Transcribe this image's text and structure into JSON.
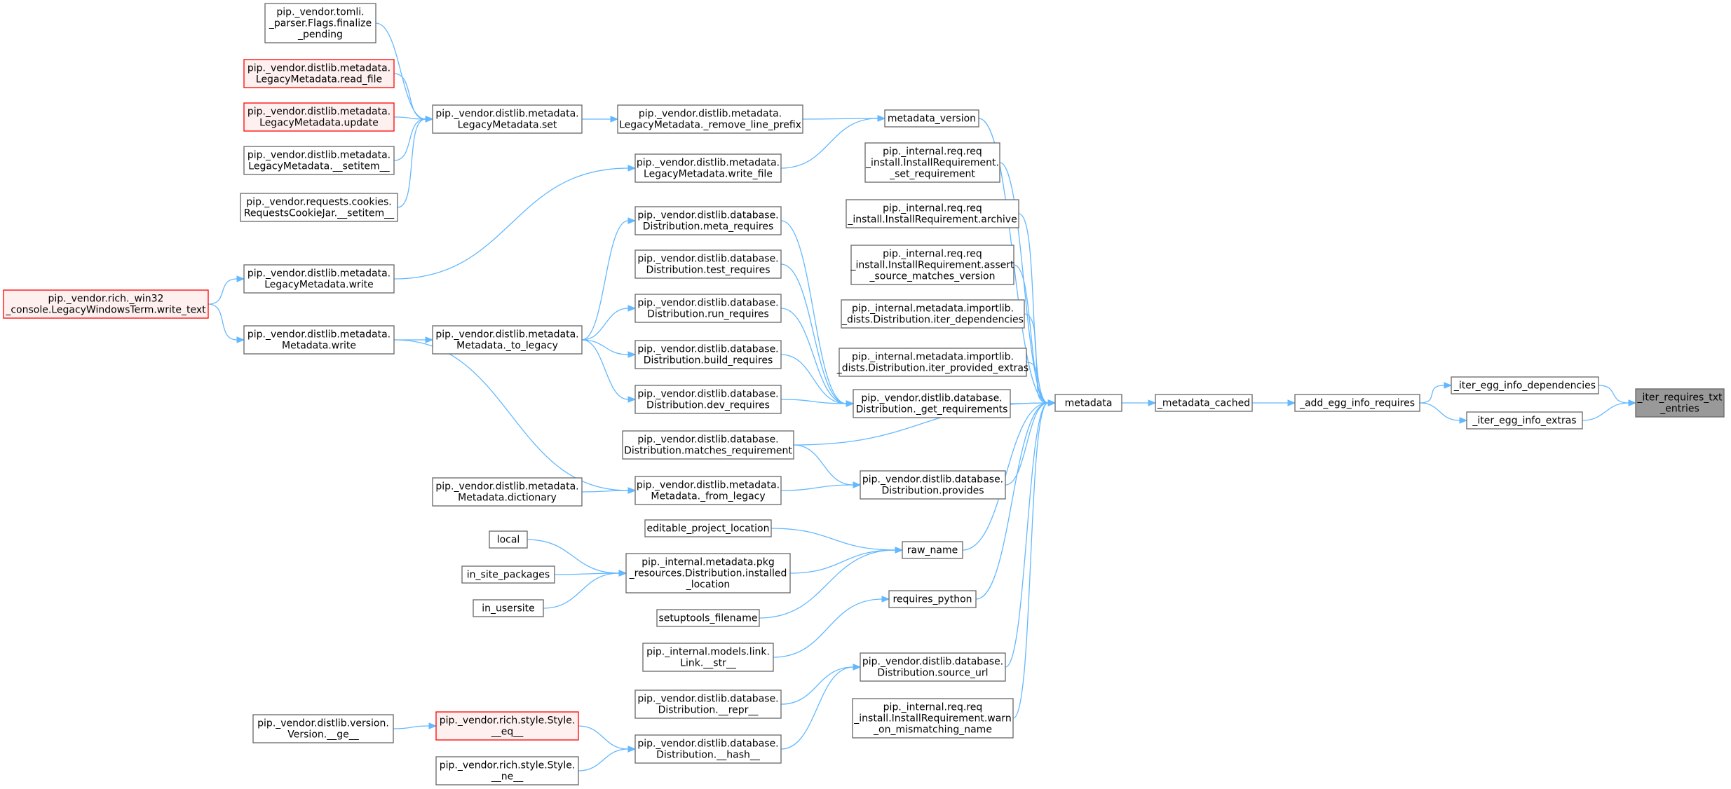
{
  "graph": {
    "nodes": [
      {
        "id": "iter_requires_txt_entries",
        "lines": [
          "_iter_requires_txt",
          "_entries"
        ],
        "style": "target"
      },
      {
        "id": "iter_egg_info_dependencies",
        "lines": [
          "_iter_egg_info_dependencies"
        ],
        "style": "normal"
      },
      {
        "id": "iter_egg_info_extras",
        "lines": [
          "_iter_egg_info_extras"
        ],
        "style": "normal"
      },
      {
        "id": "add_egg_info_requires",
        "lines": [
          "_add_egg_info_requires"
        ],
        "style": "normal"
      },
      {
        "id": "metadata_cached",
        "lines": [
          "_metadata_cached"
        ],
        "style": "normal"
      },
      {
        "id": "metadata",
        "lines": [
          "metadata"
        ],
        "style": "normal"
      },
      {
        "id": "metadata_version",
        "lines": [
          "metadata_version"
        ],
        "style": "normal"
      },
      {
        "id": "remove_line_prefix",
        "lines": [
          "pip._vendor.distlib.metadata.",
          "LegacyMetadata._remove_line_prefix"
        ],
        "style": "normal"
      },
      {
        "id": "legacy_set",
        "lines": [
          "pip._vendor.distlib.metadata.",
          "LegacyMetadata.set"
        ],
        "style": "normal"
      },
      {
        "id": "flags_finalize",
        "lines": [
          "pip._vendor.tomli.",
          "_parser.Flags.finalize",
          "_pending"
        ],
        "style": "normal"
      },
      {
        "id": "legacy_read_file",
        "lines": [
          "pip._vendor.distlib.metadata.",
          "LegacyMetadata.read_file"
        ],
        "style": "red"
      },
      {
        "id": "legacy_update",
        "lines": [
          "pip._vendor.distlib.metadata.",
          "LegacyMetadata.update"
        ],
        "style": "red"
      },
      {
        "id": "legacy_setitem",
        "lines": [
          "pip._vendor.distlib.metadata.",
          "LegacyMetadata.__setitem__"
        ],
        "style": "normal"
      },
      {
        "id": "cookiejar_setitem",
        "lines": [
          "pip._vendor.requests.cookies.",
          "RequestsCookieJar.__setitem__"
        ],
        "style": "normal"
      },
      {
        "id": "legacy_write_file",
        "lines": [
          "pip._vendor.distlib.metadata.",
          "LegacyMetadata.write_file"
        ],
        "style": "normal"
      },
      {
        "id": "legacy_write",
        "lines": [
          "pip._vendor.distlib.metadata.",
          "LegacyMetadata.write"
        ],
        "style": "normal"
      },
      {
        "id": "rich_write_text",
        "lines": [
          "pip._vendor.rich._win32",
          "_console.LegacyWindowsTerm.write_text"
        ],
        "style": "red"
      },
      {
        "id": "metadata_write",
        "lines": [
          "pip._vendor.distlib.metadata.",
          "Metadata.write"
        ],
        "style": "normal"
      },
      {
        "id": "metadata_to_legacy",
        "lines": [
          "pip._vendor.distlib.metadata.",
          "Metadata._to_legacy"
        ],
        "style": "normal"
      },
      {
        "id": "meta_requires",
        "lines": [
          "pip._vendor.distlib.database.",
          "Distribution.meta_requires"
        ],
        "style": "normal"
      },
      {
        "id": "test_requires",
        "lines": [
          "pip._vendor.distlib.database.",
          "Distribution.test_requires"
        ],
        "style": "normal"
      },
      {
        "id": "run_requires",
        "lines": [
          "pip._vendor.distlib.database.",
          "Distribution.run_requires"
        ],
        "style": "normal"
      },
      {
        "id": "build_requires",
        "lines": [
          "pip._vendor.distlib.database.",
          "Distribution.build_requires"
        ],
        "style": "normal"
      },
      {
        "id": "dev_requires",
        "lines": [
          "pip._vendor.distlib.database.",
          "Distribution.dev_requires"
        ],
        "style": "normal"
      },
      {
        "id": "get_requirements",
        "lines": [
          "pip._vendor.distlib.database.",
          "Distribution._get_requirements"
        ],
        "style": "normal"
      },
      {
        "id": "set_requirement",
        "lines": [
          "pip._internal.req.req",
          "_install.InstallRequirement.",
          "_set_requirement"
        ],
        "style": "normal"
      },
      {
        "id": "archive",
        "lines": [
          "pip._internal.req.req",
          "_install.InstallRequirement.archive"
        ],
        "style": "normal"
      },
      {
        "id": "assert_source",
        "lines": [
          "pip._internal.req.req",
          "_install.InstallRequirement.assert",
          "_source_matches_version"
        ],
        "style": "normal"
      },
      {
        "id": "iter_dependencies",
        "lines": [
          "pip._internal.metadata.importlib.",
          "_dists.Distribution.iter_dependencies"
        ],
        "style": "normal"
      },
      {
        "id": "iter_provided_extras",
        "lines": [
          "pip._internal.metadata.importlib.",
          "_dists.Distribution.iter_provided_extras"
        ],
        "style": "normal"
      },
      {
        "id": "matches_requirement",
        "lines": [
          "pip._vendor.distlib.database.",
          "Distribution.matches_requirement"
        ],
        "style": "normal"
      },
      {
        "id": "provides",
        "lines": [
          "pip._vendor.distlib.database.",
          "Distribution.provides"
        ],
        "style": "normal"
      },
      {
        "id": "from_legacy",
        "lines": [
          "pip._vendor.distlib.metadata.",
          "Metadata._from_legacy"
        ],
        "style": "normal"
      },
      {
        "id": "metadata_dictionary",
        "lines": [
          "pip._vendor.distlib.metadata.",
          "Metadata.dictionary"
        ],
        "style": "normal"
      },
      {
        "id": "raw_name",
        "lines": [
          "raw_name"
        ],
        "style": "normal"
      },
      {
        "id": "editable_project_location",
        "lines": [
          "editable_project_location"
        ],
        "style": "normal"
      },
      {
        "id": "installed_location",
        "lines": [
          "pip._internal.metadata.pkg",
          "_resources.Distribution.installed",
          "_location"
        ],
        "style": "normal"
      },
      {
        "id": "local",
        "lines": [
          "local"
        ],
        "style": "normal"
      },
      {
        "id": "in_site_packages",
        "lines": [
          "in_site_packages"
        ],
        "style": "normal"
      },
      {
        "id": "in_usersite",
        "lines": [
          "in_usersite"
        ],
        "style": "normal"
      },
      {
        "id": "setuptools_filename",
        "lines": [
          "setuptools_filename"
        ],
        "style": "normal"
      },
      {
        "id": "requires_python",
        "lines": [
          "requires_python"
        ],
        "style": "normal"
      },
      {
        "id": "link_str",
        "lines": [
          "pip._internal.models.link.",
          "Link.__str__"
        ],
        "style": "normal"
      },
      {
        "id": "source_url",
        "lines": [
          "pip._vendor.distlib.database.",
          "Distribution.source_url"
        ],
        "style": "normal"
      },
      {
        "id": "dist_repr",
        "lines": [
          "pip._vendor.distlib.database.",
          "Distribution.__repr__"
        ],
        "style": "normal"
      },
      {
        "id": "dist_hash",
        "lines": [
          "pip._vendor.distlib.database.",
          "Distribution.__hash__"
        ],
        "style": "normal"
      },
      {
        "id": "style_eq",
        "lines": [
          "pip._vendor.rich.style.Style.",
          "__eq__"
        ],
        "style": "red"
      },
      {
        "id": "version_ge",
        "lines": [
          "pip._vendor.distlib.version.",
          "Version.__ge__"
        ],
        "style": "normal"
      },
      {
        "id": "style_ne",
        "lines": [
          "pip._vendor.rich.style.Style.",
          "__ne__"
        ],
        "style": "normal"
      },
      {
        "id": "warn_mismatching",
        "lines": [
          "pip._internal.req.req",
          "_install.InstallRequirement.warn",
          "_on_mismatching_name"
        ],
        "style": "normal"
      }
    ],
    "edges": [
      [
        "iter_egg_info_dependencies",
        "iter_requires_txt_entries"
      ],
      [
        "iter_egg_info_extras",
        "iter_requires_txt_entries"
      ],
      [
        "add_egg_info_requires",
        "iter_egg_info_dependencies"
      ],
      [
        "add_egg_info_requires",
        "iter_egg_info_extras"
      ],
      [
        "metadata_cached",
        "add_egg_info_requires"
      ],
      [
        "metadata",
        "metadata_cached"
      ],
      [
        "metadata_version",
        "metadata"
      ],
      [
        "set_requirement",
        "metadata"
      ],
      [
        "archive",
        "metadata"
      ],
      [
        "assert_source",
        "metadata"
      ],
      [
        "iter_dependencies",
        "metadata"
      ],
      [
        "iter_provided_extras",
        "metadata"
      ],
      [
        "get_requirements",
        "metadata"
      ],
      [
        "matches_requirement",
        "metadata"
      ],
      [
        "provides",
        "metadata"
      ],
      [
        "raw_name",
        "metadata"
      ],
      [
        "requires_python",
        "metadata"
      ],
      [
        "source_url",
        "metadata"
      ],
      [
        "warn_mismatching",
        "metadata"
      ],
      [
        "remove_line_prefix",
        "metadata_version"
      ],
      [
        "legacy_write_file",
        "metadata_version"
      ],
      [
        "legacy_set",
        "remove_line_prefix"
      ],
      [
        "flags_finalize",
        "legacy_set"
      ],
      [
        "legacy_read_file",
        "legacy_set"
      ],
      [
        "legacy_update",
        "legacy_set"
      ],
      [
        "legacy_setitem",
        "legacy_set"
      ],
      [
        "cookiejar_setitem",
        "legacy_set"
      ],
      [
        "legacy_write",
        "legacy_write_file"
      ],
      [
        "rich_write_text",
        "legacy_write"
      ],
      [
        "rich_write_text",
        "metadata_write"
      ],
      [
        "metadata_write",
        "metadata_to_legacy"
      ],
      [
        "metadata_to_legacy",
        "meta_requires"
      ],
      [
        "metadata_to_legacy",
        "run_requires"
      ],
      [
        "metadata_to_legacy",
        "build_requires"
      ],
      [
        "metadata_to_legacy",
        "dev_requires"
      ],
      [
        "meta_requires",
        "get_requirements"
      ],
      [
        "test_requires",
        "get_requirements"
      ],
      [
        "run_requires",
        "get_requirements"
      ],
      [
        "build_requires",
        "get_requirements"
      ],
      [
        "dev_requires",
        "get_requirements"
      ],
      [
        "from_legacy",
        "provides"
      ],
      [
        "matches_requirement",
        "provides"
      ],
      [
        "metadata_dictionary",
        "from_legacy"
      ],
      [
        "metadata_write",
        "from_legacy"
      ],
      [
        "editable_project_location",
        "raw_name"
      ],
      [
        "installed_location",
        "raw_name"
      ],
      [
        "setuptools_filename",
        "raw_name"
      ],
      [
        "local",
        "installed_location"
      ],
      [
        "in_site_packages",
        "installed_location"
      ],
      [
        "in_usersite",
        "installed_location"
      ],
      [
        "link_str",
        "requires_python"
      ],
      [
        "dist_repr",
        "source_url"
      ],
      [
        "dist_hash",
        "source_url"
      ],
      [
        "style_eq",
        "dist_hash"
      ],
      [
        "style_ne",
        "dist_hash"
      ],
      [
        "version_ge",
        "style_eq"
      ]
    ]
  }
}
